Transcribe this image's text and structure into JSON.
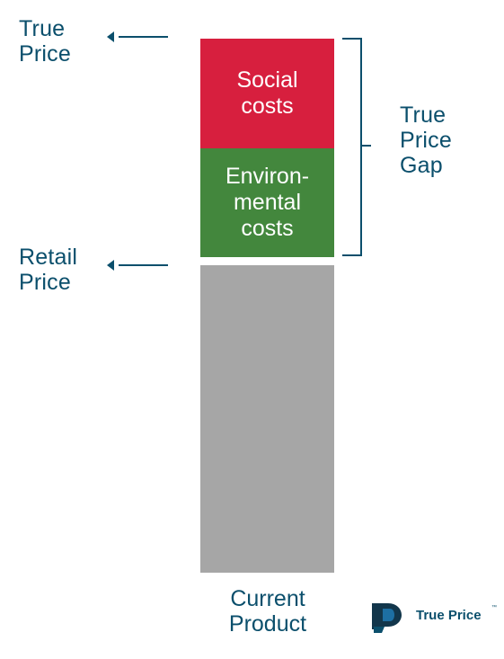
{
  "labels": {
    "true_price": [
      "True",
      "Price"
    ],
    "retail_price": [
      "Retail",
      "Price"
    ],
    "gap": [
      "True",
      "Price",
      "Gap"
    ],
    "product": [
      "Current",
      "Product"
    ]
  },
  "stack": {
    "social": [
      "Social",
      "costs"
    ],
    "environmental": [
      "Environ-",
      "mental",
      "costs"
    ],
    "retail_block_label": ""
  },
  "icons": {
    "true_price_arrow": "arrow-left-icon",
    "retail_price_arrow": "arrow-left-icon",
    "gap_bracket": "right-bracket-icon",
    "logo": "true-price-logo-icon"
  },
  "colors": {
    "primary_text": "#0b4f6c",
    "social": "#d71f3e",
    "environmental": "#43873d",
    "retail": "#a6a6a6",
    "logo_dark": "#12364b",
    "logo_accent": "#1d6fa3"
  },
  "brand": {
    "name": "True Price",
    "trademark": "™"
  }
}
